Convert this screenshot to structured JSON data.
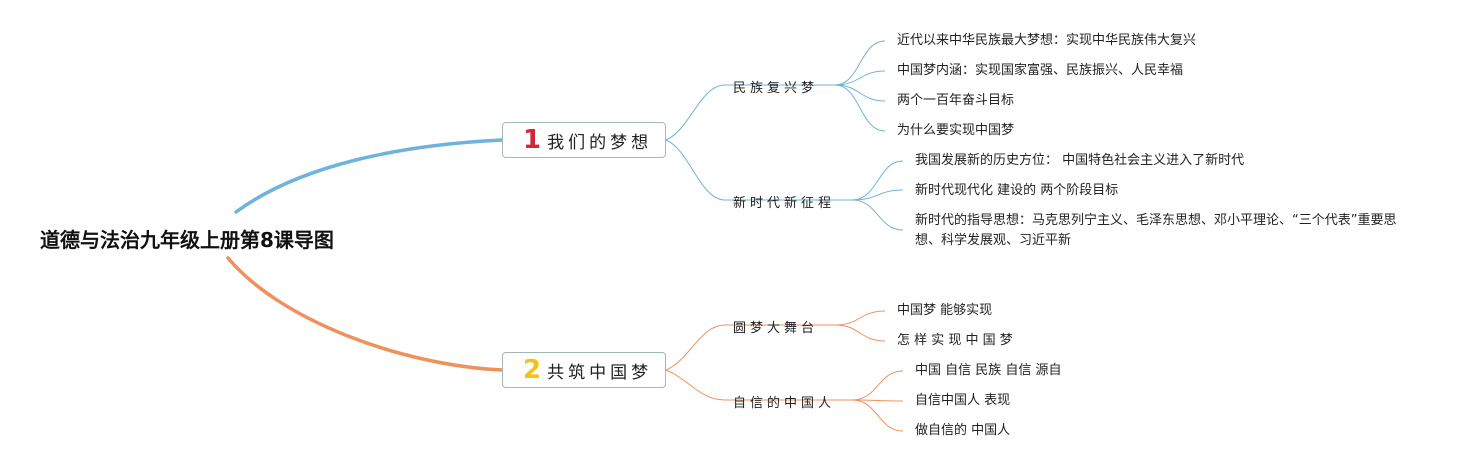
{
  "title": "道德与法治九年级上册第8课导图",
  "colors": {
    "topic_blue": "#6fb3dc",
    "topic_orange": "#f0905c",
    "num_red": "#d0273a",
    "num_yellow": "#f2c21b",
    "box_border": "#9fb8b0"
  },
  "topics": [
    {
      "number": "1",
      "label": "我们的梦想",
      "subtopics": [
        {
          "label": "民族复兴梦",
          "items": [
            "近代以来中华民族最大梦想：实现中华民族伟大复兴",
            "中国梦内涵：实现国家富强、民族振兴、人民幸福",
            "两个一百年奋斗目标",
            "为什么要实现中国梦"
          ]
        },
        {
          "label": "新时代新征程",
          "items": [
            "我国发展新的历史方位： 中国特色社会主义进入了新时代",
            "新时代现代化 建设的 两个阶段目标",
            "新时代的指导思想：马克思列宁主义、毛泽东思想、邓小平理论、“三个代表”重要思想、科学发展观、习近平新"
          ]
        }
      ]
    },
    {
      "number": "2",
      "label": "共筑中国梦",
      "subtopics": [
        {
          "label": "圆梦大舞台",
          "items": [
            "中国梦 能够实现",
            "怎 样 实 现 中 国 梦"
          ]
        },
        {
          "label": "自信的中国人",
          "items": [
            "中国 自信 民族 自信 源自",
            "自信中国人 表现",
            "做自信的 中国人"
          ]
        }
      ]
    }
  ]
}
